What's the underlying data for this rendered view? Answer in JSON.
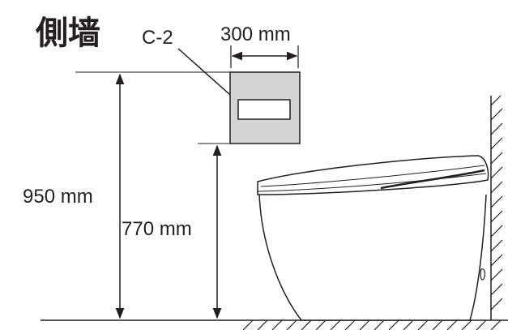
{
  "title": "側墙",
  "callout": "C-2",
  "dims": {
    "width_label": "300 mm",
    "height_total_label": "950 mm",
    "height_lower_label": "770 mm"
  },
  "colors": {
    "panel_fill": "#d4d4d4",
    "line": "#231f20",
    "background": "#ffffff"
  }
}
